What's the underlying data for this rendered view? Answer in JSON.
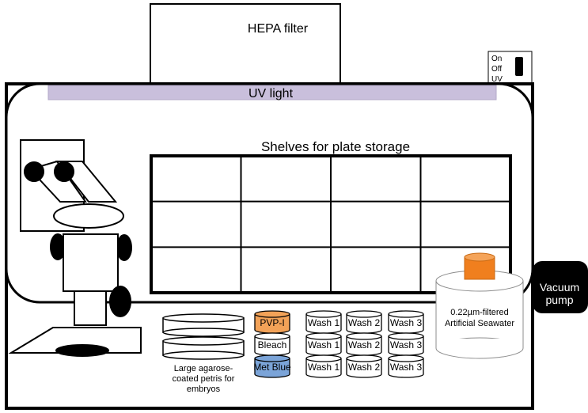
{
  "hepa_filter": {
    "label": "HEPA filter"
  },
  "switch_panel": {
    "labels": [
      "On",
      "Off",
      "UV"
    ]
  },
  "uv_light": {
    "label": "UV light",
    "color": "#c9bfdc"
  },
  "shelves": {
    "title": "Shelves for plate storage",
    "rows": 3,
    "cols": 4
  },
  "vacuum_pump": {
    "line1": "Vacuum",
    "line2": "pump"
  },
  "seawater_bottle": {
    "line1": "0.22µm-filtered",
    "line2": "Artificial Seawater",
    "cap_color": "#f07f1e"
  },
  "petri_dishes": {
    "label_lines": [
      "Large agarose-",
      "coated petris for",
      "embryos"
    ]
  },
  "reagent_dishes": [
    {
      "label": "PVP-I",
      "color": "#f2a258"
    },
    {
      "label": "Bleach",
      "color": "#ffffff"
    },
    {
      "label": "Met Blue",
      "color": "#7ba4d8"
    }
  ],
  "wash_columns": [
    [
      "Wash 1",
      "Wash 1",
      "Wash 1"
    ],
    [
      "Wash 2",
      "Wash 2",
      "Wash 2"
    ],
    [
      "Wash 3",
      "Wash 3",
      "Wash 3"
    ]
  ]
}
